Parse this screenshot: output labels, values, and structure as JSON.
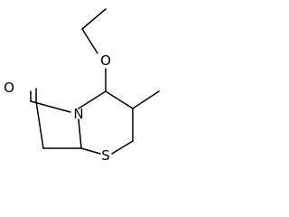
{
  "atoms": {
    "oxygen_carbonyl": "O",
    "nitrogen": "N",
    "oxygen_ether": "O",
    "sulfur": "S"
  },
  "colors": {
    "bond": "#000000",
    "label": "#000000",
    "background": "#ffffff"
  }
}
